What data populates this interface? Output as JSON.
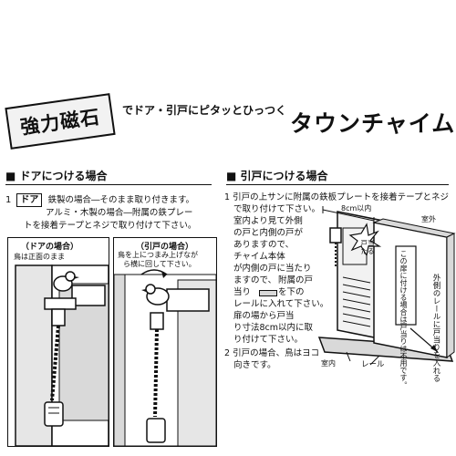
{
  "badge": "強力磁石",
  "tagline": "でドア・引戸にピタッとひっつく",
  "product_name": "タウンチャイム",
  "left": {
    "heading": "ドアにつける場合",
    "step_number": "1",
    "door_tag": "ドア",
    "line1": "鉄製の場合―そのまま取り付きます。",
    "line2": "アルミ・木製の場合―附属の鉄プレー",
    "line3": "トを接着テープとネジで取り付けて下さい。",
    "panel1": {
      "label": "（ドアの場合）",
      "callout": "鳥は正面のまま"
    },
    "panel2": {
      "label": "（引戸の場合）",
      "callout_line1": "鳥を上につまみ上げなが",
      "callout_line2": "ら横に回して下さい。"
    }
  },
  "right": {
    "heading": "引戸につける場合",
    "lines": [
      "1 引戸の上サンに附属の鉄板プレートを接着テープとネジ",
      "で取り付けて下さい。",
      "室内より見て外側",
      "の戸と内側の戸が",
      "ありますので、",
      "チャイム本体",
      "が内側の戸に当たり",
      "ますので、",
      "附属の戸",
      "当り",
      "を下の",
      "レールに入れて下さい。",
      "扉の場から戸当",
      "り寸法8cm以内に取",
      "り付けて下さい。",
      "2 引戸の場合、鳥はヨコ",
      "向きです。"
    ],
    "diagram": {
      "dim": "8cm以内",
      "outside": "室外",
      "inside": "室内",
      "stopper": "戸当たる",
      "rail": "レール",
      "note_vertical": "この扉に付ける場合は戸当りは不用です。",
      "side_vertical": "外側のレールに戸当りを入れる"
    }
  },
  "colors": {
    "ink": "#111111",
    "paper": "#ffffff",
    "shade": "#d9d9d9"
  }
}
